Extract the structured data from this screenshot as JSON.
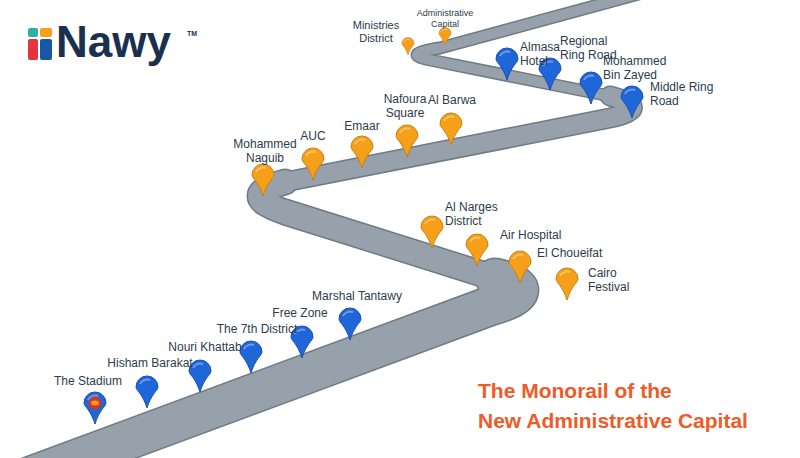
{
  "diagram": {
    "title": "The Monorail of the New Administrative Capital",
    "labels": [
      "Nawy",
      "TM",
      "The Stadium",
      "Hisham Barakat",
      "Nouri Khattab",
      "The 7th District",
      "Free Zone",
      "Marshal Tantawy",
      "Cairo Festival",
      "El Choueifat",
      "Air Hospital",
      "Al Narges District",
      "Mohammed Naguib",
      "AUC",
      "Emaar",
      "Nafoura Square",
      "Al Barwa",
      "Middle Ring Road",
      "Mohammed Bin Zayed",
      "Regional Ring Road",
      "Almasa Hotel",
      "Ministries District",
      "Administrative Capital"
    ]
  }
}
